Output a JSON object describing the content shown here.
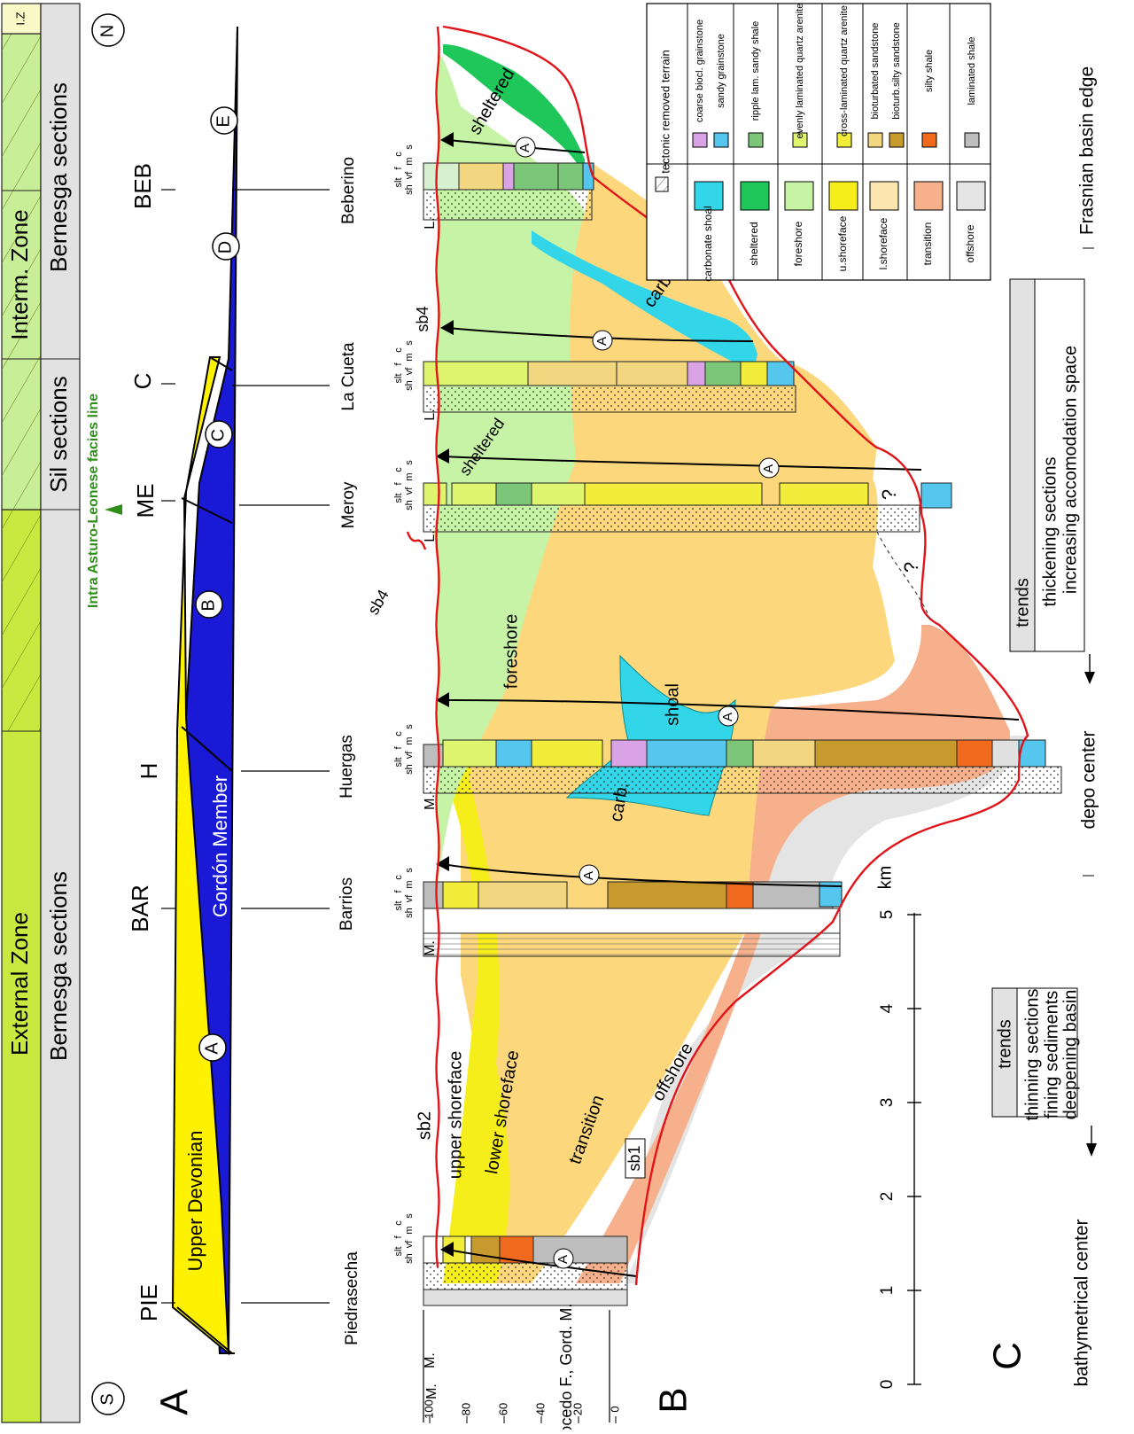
{
  "panel_labels": {
    "a": "A",
    "b": "B",
    "c": "C"
  },
  "zones": {
    "external": "External Zone",
    "intermediate": "Interm. Zone",
    "iz": "I.Z",
    "bernesga_left": "Bernesga sections",
    "sil": "Sil sections",
    "bernesga_right": "Bernesga sections"
  },
  "compass": {
    "south": "S",
    "north": "N"
  },
  "facies_line": "Intra Asturo-Leonese   facies line",
  "profile": {
    "upper_devonian": "Upper Devonian",
    "gordon_member": "Gordón Member",
    "markers": [
      "A",
      "B",
      "C",
      "D",
      "E"
    ],
    "section_codes": [
      "PIE",
      "BAR",
      "H",
      "ME",
      "C",
      "BEB"
    ]
  },
  "sections": {
    "names": [
      "Piedrasecha",
      "Barrios",
      "Huergas",
      "Meroy",
      "La Cueta",
      "Beberino"
    ],
    "base_labels": [
      "M.",
      "M.",
      "M.",
      "L.",
      "L.",
      "L."
    ],
    "grain_scale": [
      "sh",
      "slt",
      "vf",
      "f",
      "m",
      "c",
      "s"
    ]
  },
  "thickness_axis": {
    "ticks": [
      "100",
      "80",
      "60",
      "40",
      "20",
      "0"
    ],
    "label_formations": "P. Nocedo F., Gord. M.",
    "label_top": "M."
  },
  "facies_labels": {
    "upper_shoreface": "upper shoreface",
    "lower_shoreface": "lower shoreface",
    "transition": "transition",
    "offshore": "offshore",
    "foreshore": "foreshore",
    "shoal": "shoal",
    "carb": "carb.",
    "carb_shoal": "carb. shoal",
    "sheltered": "sheltered",
    "unknown": "?"
  },
  "boundaries": {
    "sb1": "sb1",
    "sb2": "sb2",
    "sb4": "sb4"
  },
  "distance_scale": {
    "unit": "km",
    "ticks": [
      "0",
      "1",
      "2",
      "3",
      "4",
      "5"
    ]
  },
  "trends": {
    "left": {
      "title": "trends",
      "lines": [
        "thinning sections",
        "fining sediments",
        "deepening basin"
      ]
    },
    "right": {
      "title": "trends",
      "lines": [
        "thickening sections",
        "increasing accomodation space"
      ]
    }
  },
  "bottom_labels": {
    "bathymetrical_center": "bathymetrical center",
    "depo_center": "depo center",
    "frasnian_edge": "Frasnian basin edge"
  },
  "legend": {
    "tectonic": "tectonic removed terrain",
    "rows": [
      {
        "facies": "carbonate shoal",
        "color": "#33d6e8",
        "lithologies": [
          {
            "text": "coarse biocl. grainstone",
            "color": "#d9a3e6"
          },
          {
            "text": "sandy grainstone",
            "color": "#55c6ee"
          }
        ]
      },
      {
        "facies": "sheltered",
        "color": "#1fc75a",
        "lithologies": [
          {
            "text": "ripple lam. sandy shale",
            "color": "#7cc67a"
          }
        ]
      },
      {
        "facies": "foreshore",
        "color": "#c6f3a6",
        "lithologies": [
          {
            "text": "evenly laminated quartz arenite",
            "color": "#dff570"
          }
        ]
      },
      {
        "facies": "u.shoreface",
        "color": "#f6ee1a",
        "lithologies": [
          {
            "text": "cross-laminated quartz arenite",
            "color": "#f2ec3a"
          }
        ]
      },
      {
        "facies": "l.shoreface",
        "color": "#fce6b0",
        "lithologies": [
          {
            "text": "bioturbated sandstone",
            "color": "#f2d680"
          },
          {
            "text": "bioturb.silty sandstone",
            "color": "#c79a2e"
          }
        ]
      },
      {
        "facies": "transition",
        "color": "#f7b08c",
        "lithologies": [
          {
            "text": "silty shale",
            "color": "#f06a1e"
          }
        ]
      },
      {
        "facies": "offshore",
        "color": "#e4e4e4",
        "lithologies": [
          {
            "text": "laminated shale",
            "color": "#bdbdbd"
          }
        ]
      }
    ]
  },
  "colors": {
    "external_zone": "#c9e940",
    "interm_zone": "#c8ef98",
    "iz_cell": "#fafac8",
    "section_bar": "#e2e2e2",
    "profile_upper": "#fff200",
    "profile_lower": "#1a1ad6",
    "boundary_red": "#e0141a",
    "facies_line_green": "#2f8f1a"
  }
}
